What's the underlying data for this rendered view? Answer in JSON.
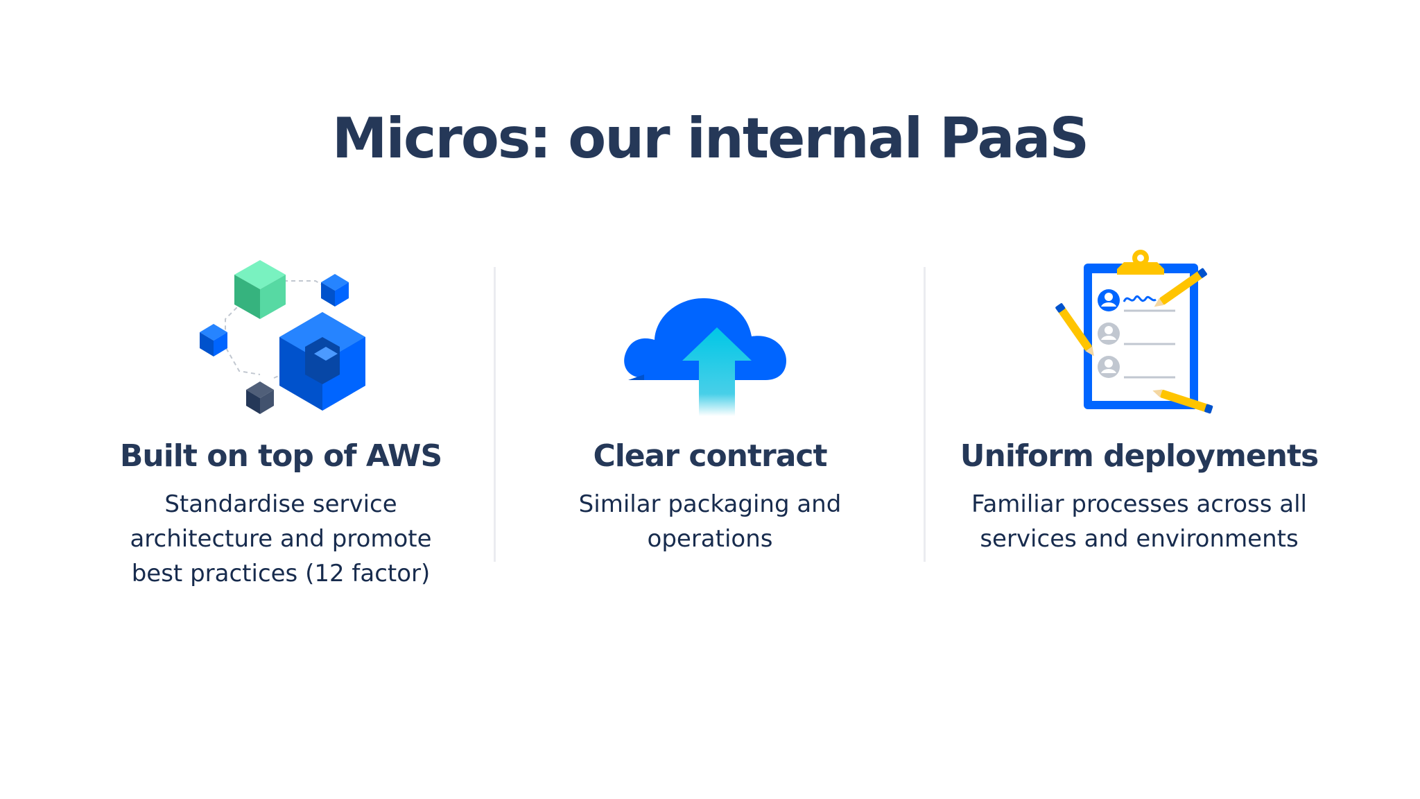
{
  "slide": {
    "title": "Micros: our internal PaaS",
    "columns": [
      {
        "icon": "hexagon-cubes-icon",
        "heading": "Built on top of AWS",
        "body_lines": [
          "Standardise service",
          "architecture and promote",
          "best practices (12 factor)"
        ]
      },
      {
        "icon": "cloud-upload-icon",
        "heading": "Clear contract",
        "body_lines": [
          "Similar packaging and",
          "operations"
        ]
      },
      {
        "icon": "clipboard-checklist-icon",
        "heading": "Uniform deployments",
        "body_lines": [
          "Familiar processes across all",
          "services and environments"
        ]
      }
    ]
  },
  "colors": {
    "text_primary": "#253858",
    "divider": "#ebecf0",
    "blue": "#0052cc",
    "blue_light": "#2684ff",
    "teal": "#00b8d9",
    "green": "#57d9a3",
    "yellow": "#ffc400",
    "navy": "#42526e"
  }
}
